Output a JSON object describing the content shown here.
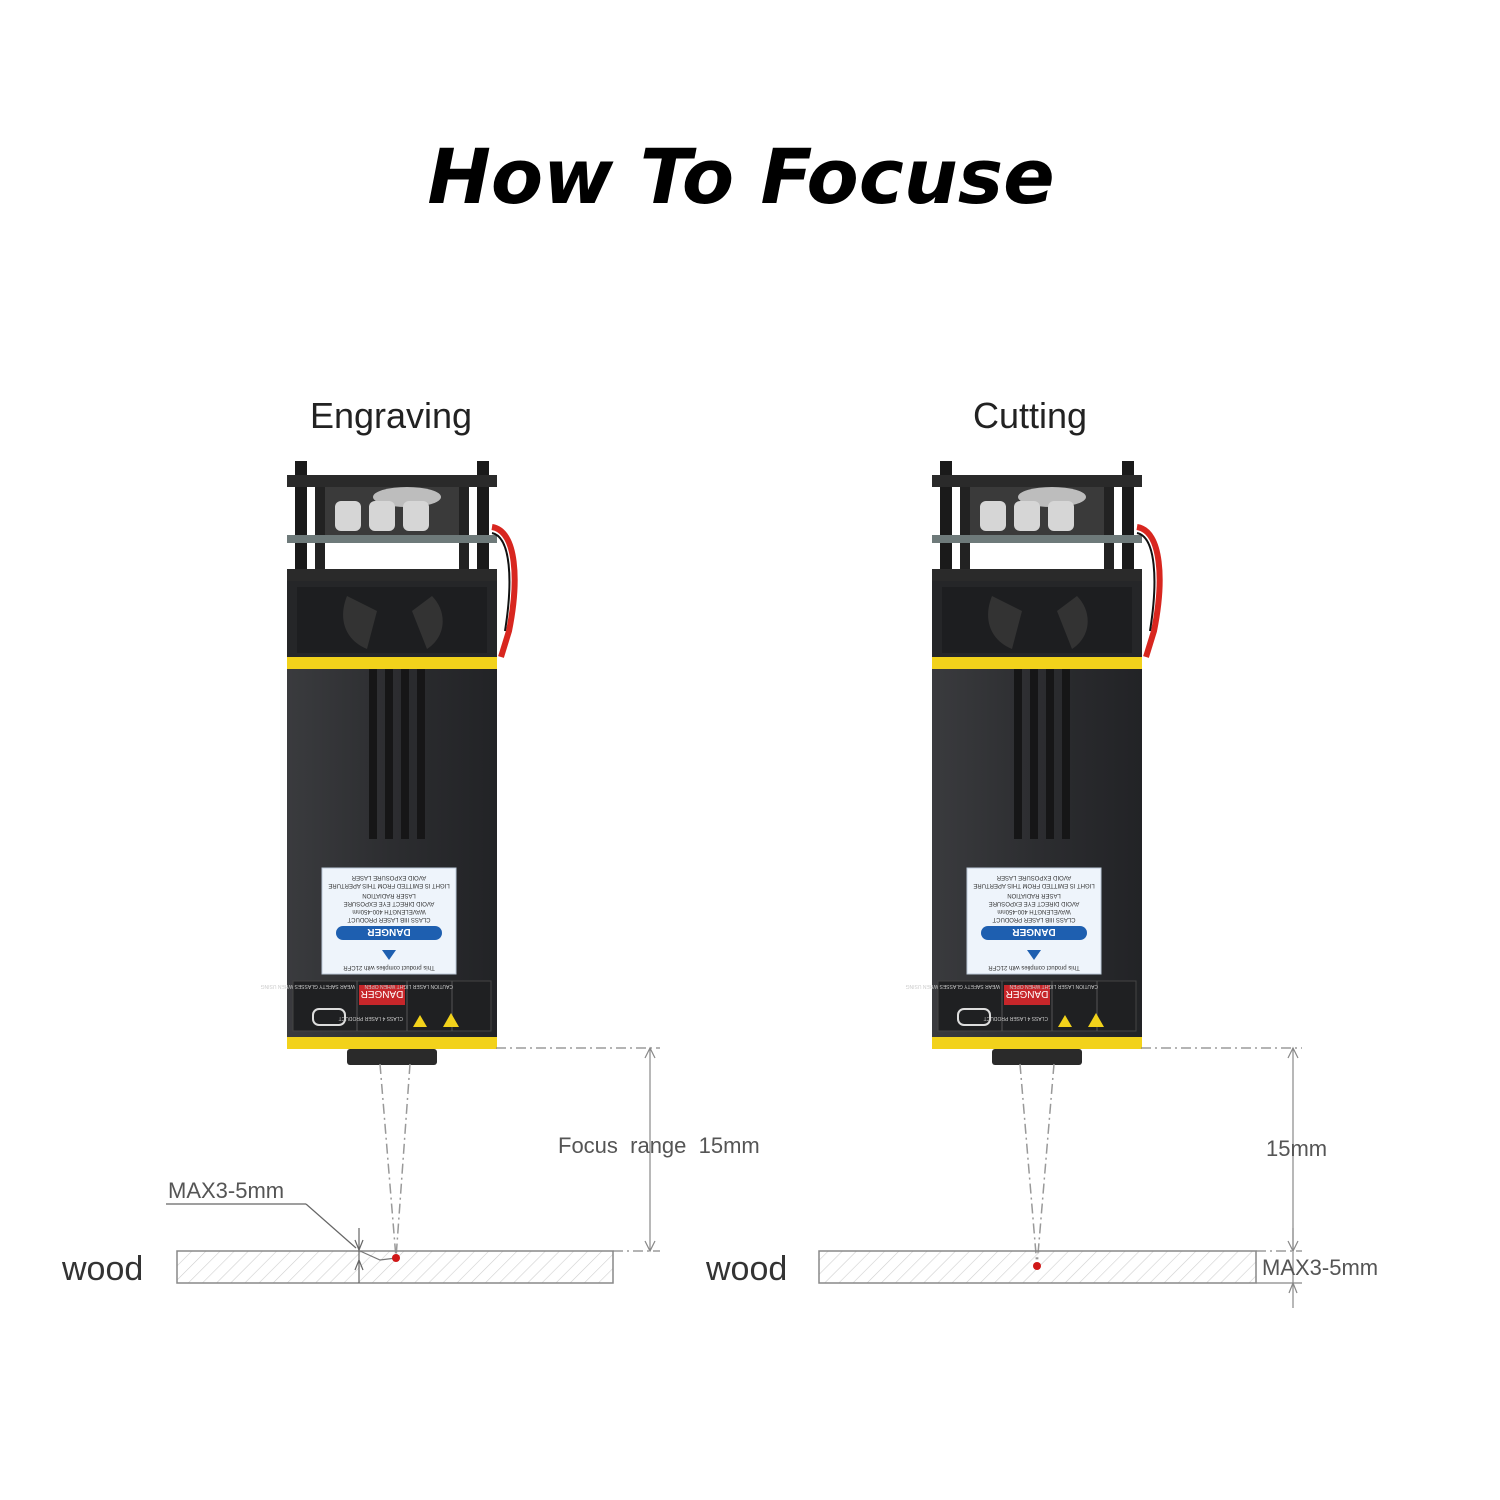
{
  "title": "How To Focuse",
  "colors": {
    "body": "#2e2f31",
    "body_dark": "#1c1d1f",
    "yellow": "#f2d21b",
    "wood_hatch": "#c9c9c9",
    "dim_line": "#888888",
    "laser_dot": "#d01818",
    "wire": "#d8261f",
    "label_bg": "#eef4fb",
    "label_blue": "#1e5fb0"
  },
  "left": {
    "heading": "Engraving",
    "material": "wood",
    "range_label": "Focus  range  15mm",
    "depth_label": "MAX3-5mm"
  },
  "right": {
    "heading": "Cutting",
    "material": "wood",
    "range_label": "15mm",
    "depth_label": "MAX3-5mm"
  },
  "laser_label": {
    "danger": "DANGER",
    "lines": [
      "AVOID EXPOSURE LASER",
      "LIGHT IS EMITTED FROM THIS APERTURE",
      "LASER RADIATION",
      "AVOID DIRECT EYE EXPOSURE",
      "WAVELENGTH 400-450nm",
      "CLASS IIIB LASER PRODUCT",
      "This product complies with 21CFR"
    ],
    "warn_1": "CAUTION LASER LIGHT WHEN OPEN",
    "warn_2": "CLASS 4 LASER PRODUCT",
    "warn_3": "WEAR SAFETY GLASSES WHEN USING"
  },
  "icons": [
    "laser-module-icon",
    "warning-triangle-icon",
    "safety-glasses-icon",
    "laser-dot-icon"
  ]
}
